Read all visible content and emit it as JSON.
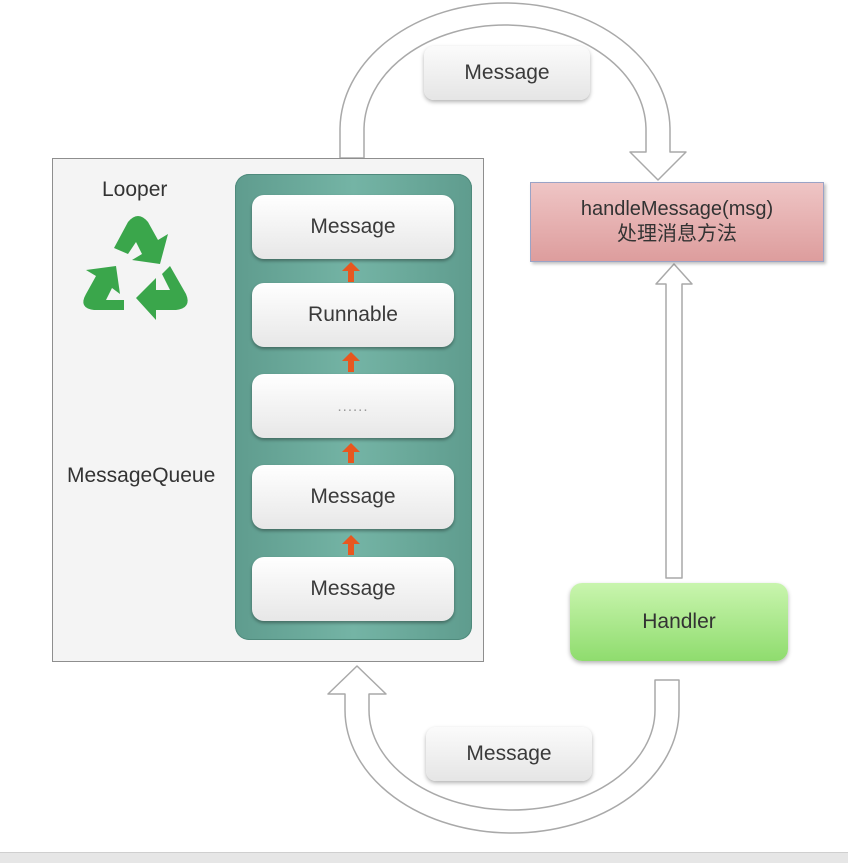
{
  "looper": {
    "label": "Looper",
    "icon": "recycle-icon",
    "icon_color": "#3aa64b"
  },
  "message_queue": {
    "label": "MessageQueue",
    "items": [
      "Message",
      "Runnable",
      "......",
      "Message",
      "Message"
    ],
    "arrow_color": "#e8571f"
  },
  "top_message": {
    "label": "Message"
  },
  "bottom_message": {
    "label": "Message"
  },
  "handle_message": {
    "line1": "handleMessage(msg)",
    "line2": "处理消息方法"
  },
  "handler": {
    "label": "Handler"
  }
}
